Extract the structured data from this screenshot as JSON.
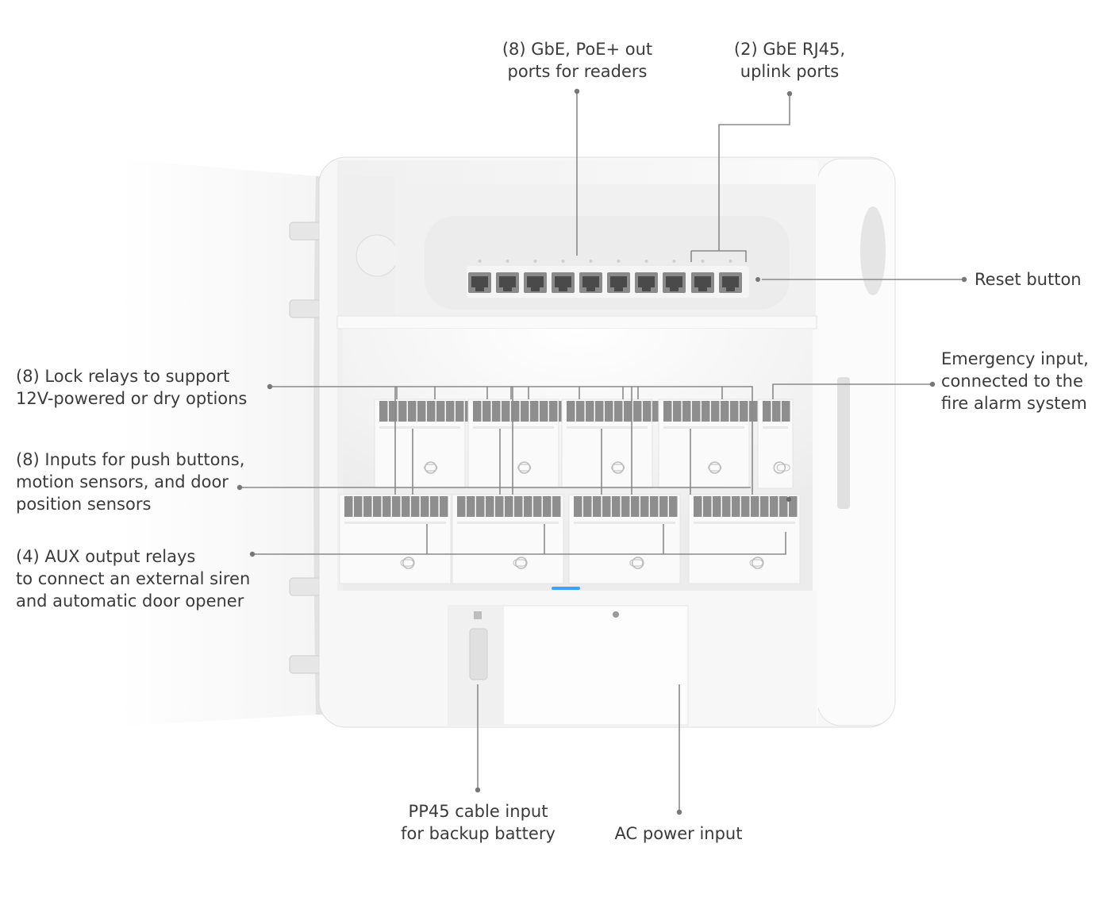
{
  "callouts": {
    "poe_ports": {
      "line1": "(8) GbE, PoE+ out",
      "line2": "ports for readers"
    },
    "uplink_ports": {
      "line1": "(2) GbE RJ45,",
      "line2": "uplink ports"
    },
    "reset_button": {
      "line1": "Reset button"
    },
    "emergency_input": {
      "line1": "Emergency input,",
      "line2": "connected to the",
      "line3": "fire alarm system"
    },
    "lock_relays": {
      "line1": "(8) Lock relays to support",
      "line2": "12V-powered or dry options"
    },
    "inputs": {
      "line1": "(8) Inputs for push buttons,",
      "line2": "motion sensors, and door",
      "line3": "position sensors"
    },
    "aux_relays": {
      "line1": "(4) AUX output relays",
      "line2": "to connect an external siren",
      "line3": "and automatic door opener"
    },
    "pp45_input": {
      "line1": "PP45 cable input",
      "line2": "for backup battery"
    },
    "ac_power": {
      "line1": "AC power input"
    }
  },
  "colors": {
    "leader_line": "#8a8a8a",
    "enclosure": "#f4f4f4",
    "terminal": "#8e8e8e",
    "status_led": "#3aa3ff"
  }
}
